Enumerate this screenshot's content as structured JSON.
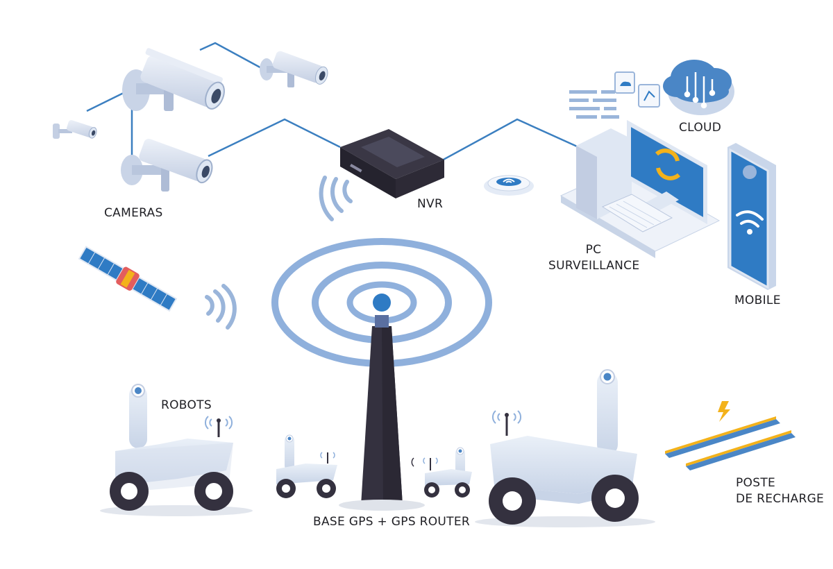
{
  "labels": {
    "cameras": "CAMERAS",
    "nvr": "NVR",
    "cloud": "CLOUD",
    "pc_line1": "PC",
    "pc_line2": "SURVEILLANCE",
    "mobile": "MOBILE",
    "robots": "ROBOTS",
    "base": "BASE GPS + GPS ROUTER",
    "poste_line1": "POSTE",
    "poste_line2": "DE RECHARGE"
  },
  "colors": {
    "line_blue": "#3b7fc0",
    "device_light": "#dfe7f3",
    "device_mid": "#b9c6dd",
    "dark": "#34313f",
    "accent_blue": "#4a86c6",
    "screen_blue": "#2f7bc4",
    "yellow": "#f3b21b",
    "signal_blue": "#9ab5da"
  },
  "icons": [
    "camera-icon",
    "nvr-icon",
    "wifi-icon",
    "cloud-icon",
    "pc-icon",
    "smartphone-icon",
    "satellite-icon",
    "antenna-tower-icon",
    "robot-icon",
    "charging-rail-icon",
    "lightning-icon"
  ]
}
